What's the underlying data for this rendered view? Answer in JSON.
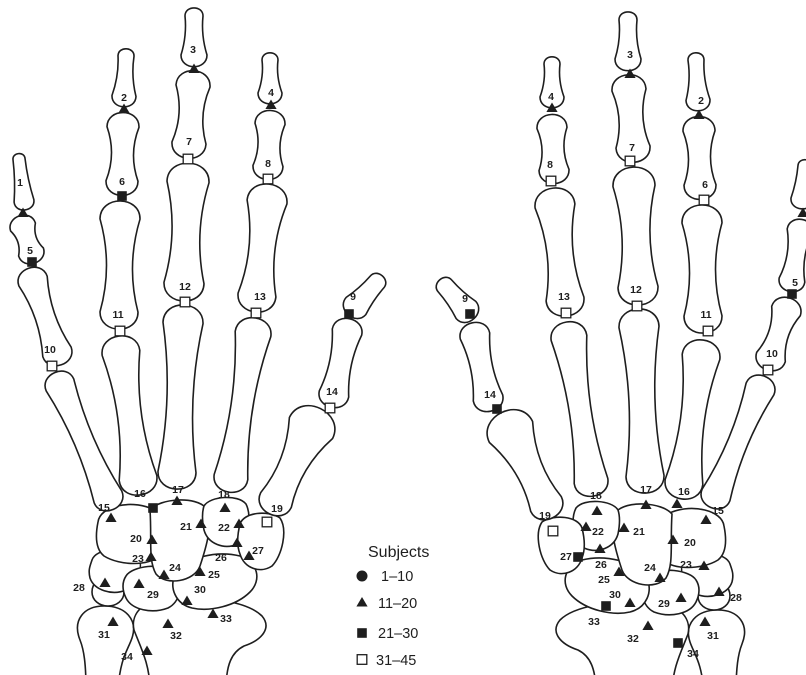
{
  "figure": {
    "colors": {
      "ink": "#1e1e1e",
      "paper": "#ffffff"
    },
    "left_hand": {
      "points": [
        {
          "label": "1",
          "marker": "triangle"
        },
        {
          "label": "2",
          "marker": "triangle"
        },
        {
          "label": "3",
          "marker": "triangle"
        },
        {
          "label": "4",
          "marker": "triangle"
        },
        {
          "label": "5",
          "marker": "filled-square"
        },
        {
          "label": "6",
          "marker": "filled-square"
        },
        {
          "label": "7",
          "marker": "open-square"
        },
        {
          "label": "8",
          "marker": "open-square"
        },
        {
          "label": "9",
          "marker": "filled-square"
        },
        {
          "label": "10",
          "marker": "open-square"
        },
        {
          "label": "11",
          "marker": "open-square"
        },
        {
          "label": "12",
          "marker": "open-square"
        },
        {
          "label": "13",
          "marker": "open-square"
        },
        {
          "label": "14",
          "marker": "open-square"
        },
        {
          "label": "15",
          "marker": "triangle"
        },
        {
          "label": "16",
          "marker": "filled-square"
        },
        {
          "label": "17",
          "marker": "triangle"
        },
        {
          "label": "18",
          "marker": "triangle"
        },
        {
          "label": "19",
          "marker": "open-square"
        },
        {
          "label": "20",
          "marker": "triangle"
        },
        {
          "label": "21",
          "marker": "triangle"
        },
        {
          "label": "22",
          "marker": "triangle"
        },
        {
          "label": "23",
          "marker": "triangle"
        },
        {
          "label": "24",
          "marker": "triangle"
        },
        {
          "label": "25",
          "marker": "triangle"
        },
        {
          "label": "26",
          "marker": "triangle"
        },
        {
          "label": "27",
          "marker": "triangle"
        },
        {
          "label": "28",
          "marker": "triangle"
        },
        {
          "label": "29",
          "marker": "triangle"
        },
        {
          "label": "30",
          "marker": "triangle"
        },
        {
          "label": "31",
          "marker": "triangle"
        },
        {
          "label": "32",
          "marker": "triangle"
        },
        {
          "label": "33",
          "marker": "triangle"
        },
        {
          "label": "34",
          "marker": "triangle"
        }
      ]
    },
    "right_hand": {
      "points": [
        {
          "marker": "triangle"
        },
        {
          "label": "2",
          "marker": "triangle"
        },
        {
          "label": "3",
          "marker": "triangle"
        },
        {
          "label": "4",
          "marker": "triangle"
        },
        {
          "label": "5",
          "marker": "filled-square"
        },
        {
          "label": "6",
          "marker": "open-square"
        },
        {
          "label": "7",
          "marker": "open-square"
        },
        {
          "label": "8",
          "marker": "open-square"
        },
        {
          "label": "9",
          "marker": "filled-square"
        },
        {
          "label": "10",
          "marker": "open-square"
        },
        {
          "label": "11",
          "marker": "open-square"
        },
        {
          "label": "12",
          "marker": "open-square"
        },
        {
          "label": "13",
          "marker": "open-square"
        },
        {
          "label": "14",
          "marker": "filled-square"
        },
        {
          "label": "15",
          "marker": "triangle"
        },
        {
          "label": "16",
          "marker": "triangle"
        },
        {
          "label": "17",
          "marker": "triangle"
        },
        {
          "label": "18",
          "marker": "triangle"
        },
        {
          "label": "19",
          "marker": "open-square"
        },
        {
          "label": "20",
          "marker": "triangle"
        },
        {
          "label": "21",
          "marker": "triangle"
        },
        {
          "label": "22",
          "marker": "triangle"
        },
        {
          "label": "23",
          "marker": "triangle"
        },
        {
          "label": "24",
          "marker": "triangle"
        },
        {
          "label": "25",
          "marker": "triangle"
        },
        {
          "label": "26",
          "marker": "triangle"
        },
        {
          "label": "27",
          "marker": "filled-square"
        },
        {
          "label": "28",
          "marker": "triangle"
        },
        {
          "label": "29",
          "marker": "triangle"
        },
        {
          "label": "30",
          "marker": "triangle"
        },
        {
          "label": "31",
          "marker": "triangle"
        },
        {
          "label": "32",
          "marker": "triangle"
        },
        {
          "label": "33",
          "marker": "filled-square"
        },
        {
          "label": "34",
          "marker": "filled-square"
        }
      ]
    },
    "legend": {
      "title": "Subjects",
      "entries": [
        {
          "label": "1–10",
          "marker": "circle"
        },
        {
          "label": "11–20",
          "marker": "triangle"
        },
        {
          "label": "21–30",
          "marker": "filled-square"
        },
        {
          "label": "31–45",
          "marker": "open-square"
        }
      ]
    }
  }
}
